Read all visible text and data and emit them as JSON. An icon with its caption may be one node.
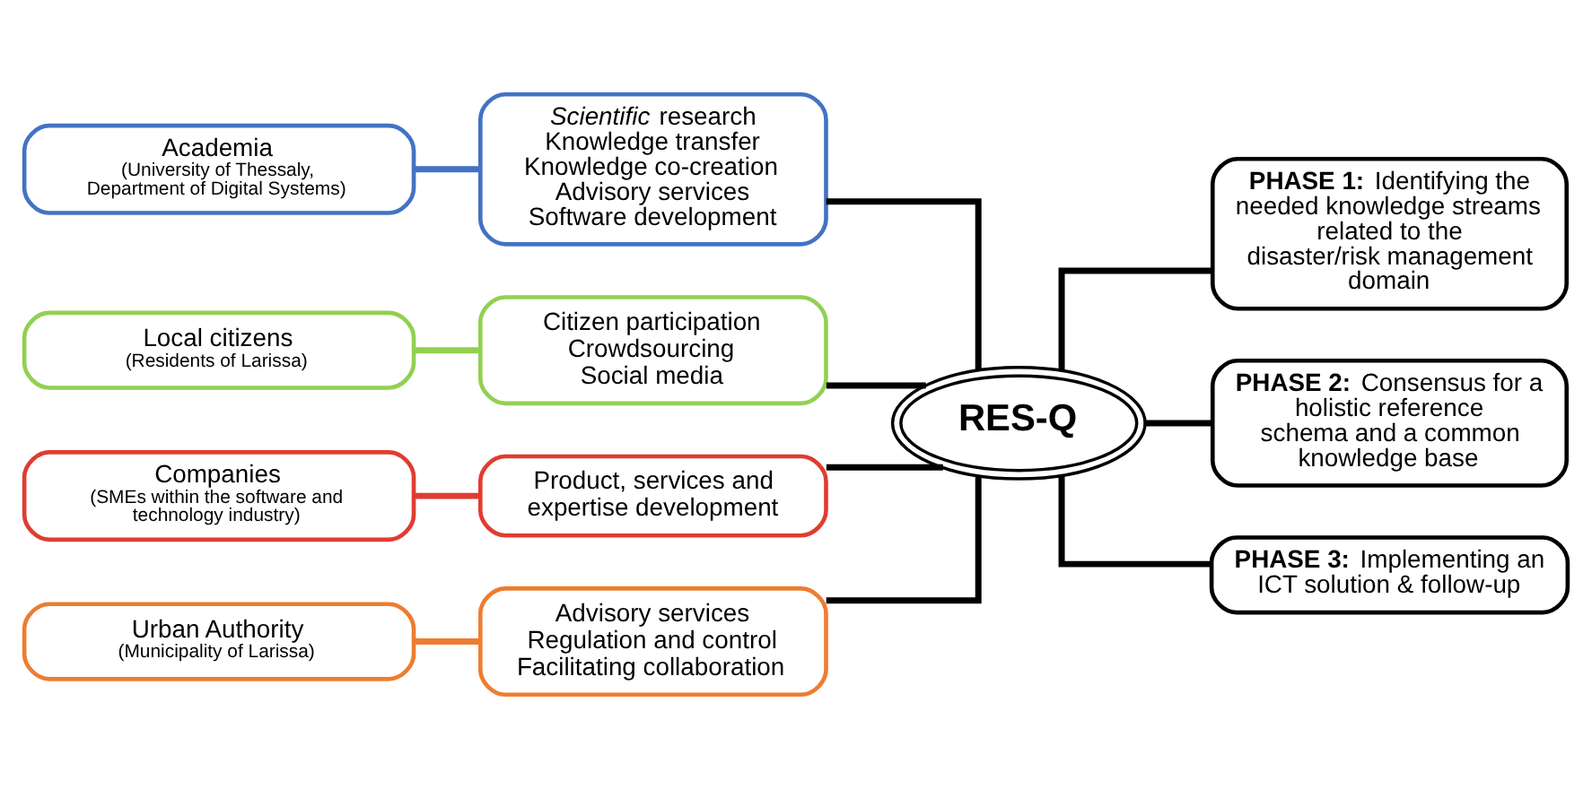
{
  "diagram": {
    "nodes": [
      {
        "text": [
          "Academia",
          "(University of Thessaly, Department of Digital Systems)"
        ]
      },
      {
        "text": [
          "*Scientific* research",
          "Knowledge transfer",
          "Knowledge co-creation",
          "Advisory services",
          "Software development"
        ]
      },
      {
        "text": [
          "Local citizens",
          "(Residents of Larissa)"
        ]
      },
      {
        "text": [
          "Citizen participation",
          "Crowdsourcing",
          "Social media"
        ]
      },
      {
        "text": [
          "Companies",
          "(SMEs within the software and technology industry)"
        ]
      },
      {
        "text": [
          "Product, services and expertise development"
        ]
      },
      {
        "text": [
          "Urban Authority",
          "(Municipality of Larissa)"
        ]
      },
      {
        "text": [
          "Advisory services",
          "Regulation and control",
          "Facilitating collaboration"
        ]
      },
      {
        "text": [
          "RES-Q"
        ]
      },
      {
        "text": [
          "**PHASE 1:** Identifying the needed knowledge streams related to the disaster/risk management domain"
        ]
      },
      {
        "text": [
          "**PHASE 2:** Consensus for a holistic reference schema and a common knowledge base"
        ]
      },
      {
        "text": [
          "**PHASE 3:** Implementing an ICT solution & follow-up"
        ]
      }
    ],
    "edges": [
      {
        "from": 0,
        "to": 1,
        "arrow": "none",
        "color": "#4472c4"
      },
      {
        "from": 2,
        "to": 3,
        "arrow": "none",
        "color": "#92d050"
      },
      {
        "from": 4,
        "to": 5,
        "arrow": "none",
        "color": "#e03c31"
      },
      {
        "from": 6,
        "to": 7,
        "arrow": "none",
        "color": "#ed7d31"
      },
      {
        "from": 1,
        "to": 8,
        "arrow": "none"
      },
      {
        "from": 3,
        "to": 8,
        "arrow": "none"
      },
      {
        "from": 5,
        "to": 8,
        "arrow": "none"
      },
      {
        "from": 7,
        "to": 8,
        "arrow": "none"
      },
      {
        "from": 8,
        "to": 9,
        "arrow": "none"
      },
      {
        "from": 8,
        "to": 10,
        "arrow": "none"
      },
      {
        "from": 8,
        "to": 11,
        "arrow": "none"
      }
    ]
  }
}
